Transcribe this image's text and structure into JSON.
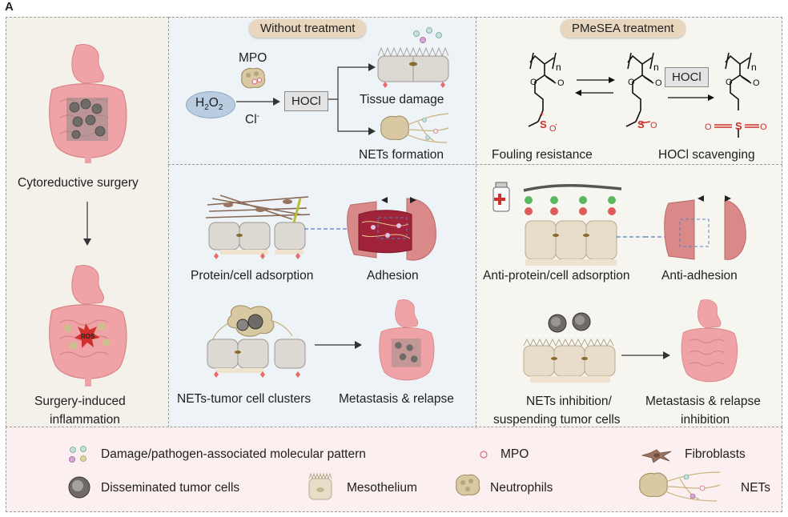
{
  "panel_label": "A",
  "left": {
    "surgery": "Cytoreductive surgery",
    "inflammation_line1": "Surgery-induced",
    "inflammation_line2": "inflammation",
    "ros": "ROS"
  },
  "without": {
    "header": "Without treatment",
    "mpo": "MPO",
    "h2o2_base": "H",
    "h2o2_sub1": "2",
    "h2o2_mid": "O",
    "h2o2_sub2": "2",
    "cl_base": "Cl",
    "cl_sup": "-",
    "hocl": "HOCl",
    "tissue_damage": "Tissue damage",
    "nets_formation": "NETs formation",
    "protein_adsorption": "Protein/cell adsorption",
    "adhesion": "Adhesion",
    "clusters": "NETs-tumor cell clusters",
    "metastasis": "Metastasis & relapse"
  },
  "treatment": {
    "header": "PMeSEA treatment",
    "n1": "n",
    "n2": "n",
    "n3": "n",
    "o": "O",
    "s": "S",
    "plus": "+",
    "minus": "-",
    "hocl": "HOCl",
    "fouling": "Fouling resistance",
    "scavenging": "HOCl scavenging",
    "anti_protein": "Anti-protein/cell adsorption",
    "anti_adhesion": "Anti-adhesion",
    "inhibition_line1": "NETs inhibition/",
    "inhibition_line2": "suspending tumor cells",
    "meta_inhib_line1": "Metastasis & relapse",
    "meta_inhib_line2": "inhibition"
  },
  "legend": {
    "damp": "Damage/pathogen-associated molecular pattern",
    "mpo": "MPO",
    "fibroblasts": "Fibroblasts",
    "tumor_cells": "Disseminated tumor cells",
    "mesothelium": "Mesothelium",
    "neutrophils": "Neutrophils",
    "nets": "NETs"
  },
  "colors": {
    "left_bg": "#f4f1ea",
    "without_bg": "#eef3f7",
    "treatment_bg": "#f6f5ef",
    "legend_bg": "#fbf0ef",
    "intestine": "#f0a3a6",
    "mesothelium": "#e8ddc8",
    "header_chip": "#e8d6bf",
    "chem_red": "#d0302a"
  }
}
